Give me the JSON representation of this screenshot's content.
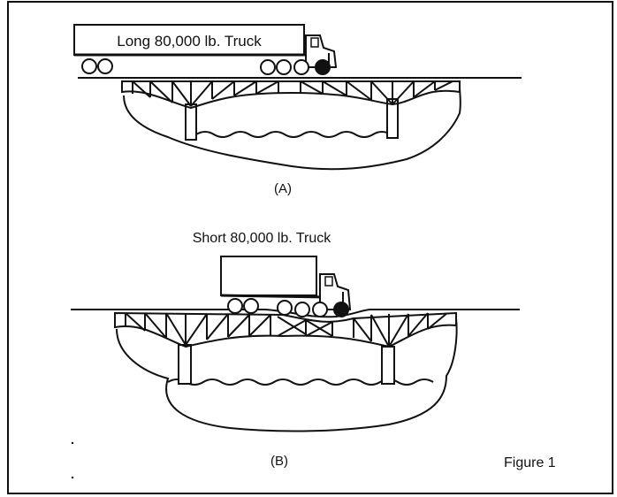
{
  "diagram": {
    "truck_long_label": "Long 80,000 lb. Truck",
    "truck_short_label": "Short 80,000 lb. Truck",
    "caption_a": "(A)",
    "caption_b": "(B)",
    "figure_label": "Figure 1"
  },
  "colors": {
    "ink": "#111111",
    "paper": "#ffffff"
  }
}
